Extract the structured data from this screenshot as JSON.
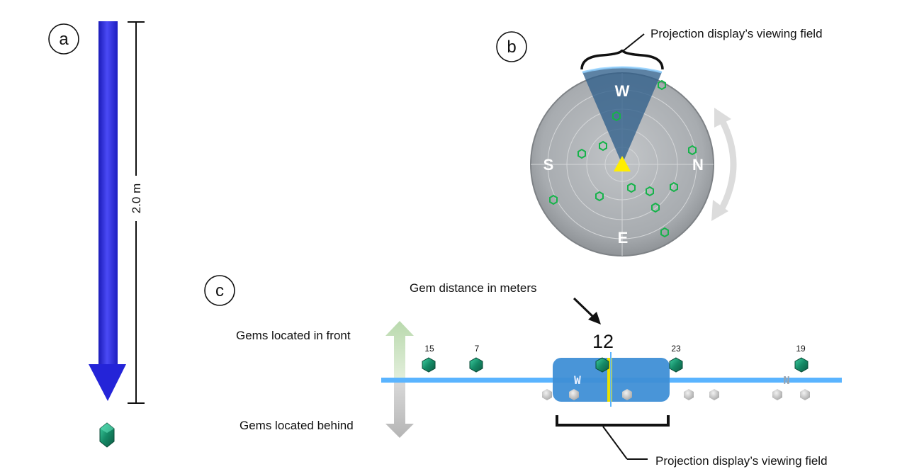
{
  "panels": {
    "a": "a",
    "b": "b",
    "c": "c"
  },
  "panel_a": {
    "length_label": "2.0 m",
    "arrow_color": "#2b2be0",
    "gem_icon": "green-gem-icon"
  },
  "panel_b": {
    "callout": "Projection display’s viewing field",
    "cardinals": {
      "west": "W",
      "south": "S",
      "north": "N",
      "east": "E"
    },
    "player_marker_color": "#ffee00",
    "compass_color": "#a8acb0",
    "rotate_icon": "rotate-arrow-icon"
  },
  "panel_c": {
    "distance_callout": "Gem distance in meters",
    "front_label": "Gems located in front",
    "behind_label": "Gems located behind",
    "viewing_field_callout": "Projection display’s viewing field",
    "strip_west": "W",
    "strip_north": "N",
    "front_gem_distances": [
      "15",
      "7",
      "12",
      "23",
      "19"
    ],
    "track_color": "#5ab4ff",
    "window_color": "#3f8fd6",
    "cursor_color": "#e8e000"
  }
}
